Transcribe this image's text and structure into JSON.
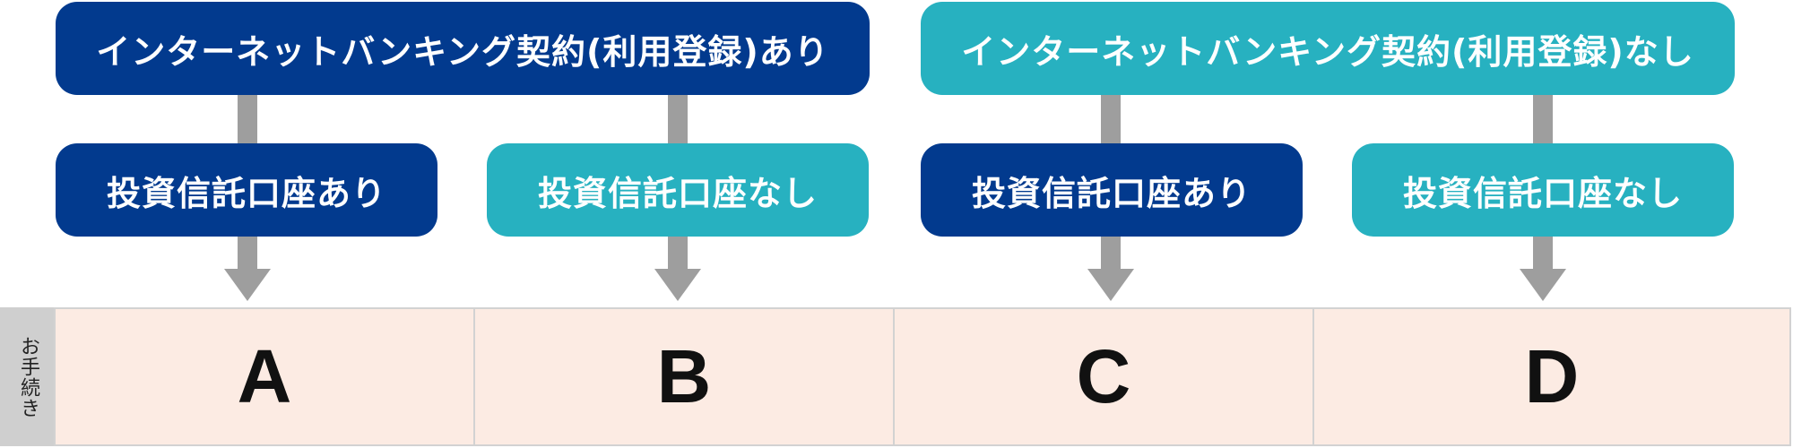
{
  "top": {
    "left_label": "インターネットバンキング契約(利用登録)あり",
    "right_label": "インターネットバンキング契約(利用登録)なし"
  },
  "sub": [
    {
      "label": "投資信託口座あり"
    },
    {
      "label": "投資信託口座なし"
    },
    {
      "label": "投資信託口座あり"
    },
    {
      "label": "投資信託口座なし"
    }
  ],
  "procedure": {
    "side_label": "お手続き",
    "cells": [
      "A",
      "B",
      "C",
      "D"
    ]
  },
  "colors": {
    "navy": "#023a8e",
    "teal": "#27b1c0",
    "arrow": "#9e9e9e",
    "cell_bg": "#fcebe3",
    "side_bg": "#cfcfcf"
  }
}
